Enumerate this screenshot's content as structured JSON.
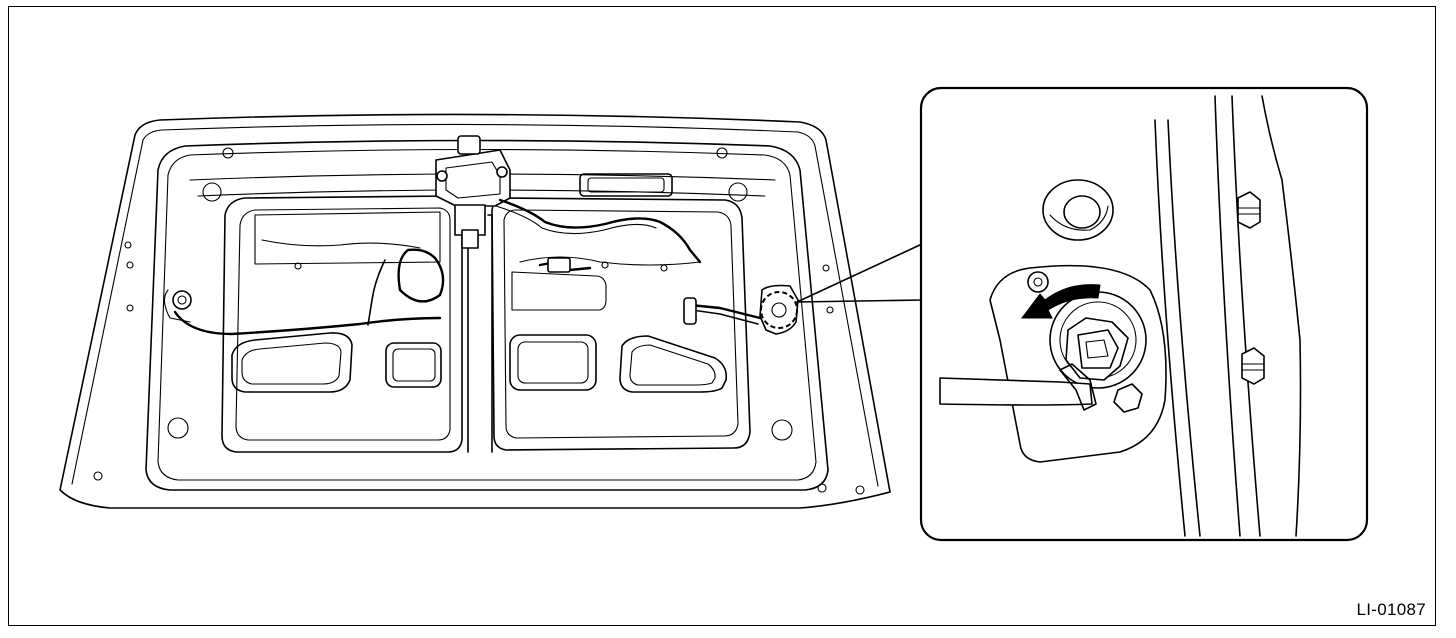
{
  "figure": {
    "code": "LI-01087"
  },
  "illustration": {
    "subject": "trunk-lid-inner-panel",
    "detail_callout": "bulb-socket-removal",
    "arrow_direction": "counterclockwise",
    "line_color": "#000000",
    "background_color": "#ffffff"
  }
}
